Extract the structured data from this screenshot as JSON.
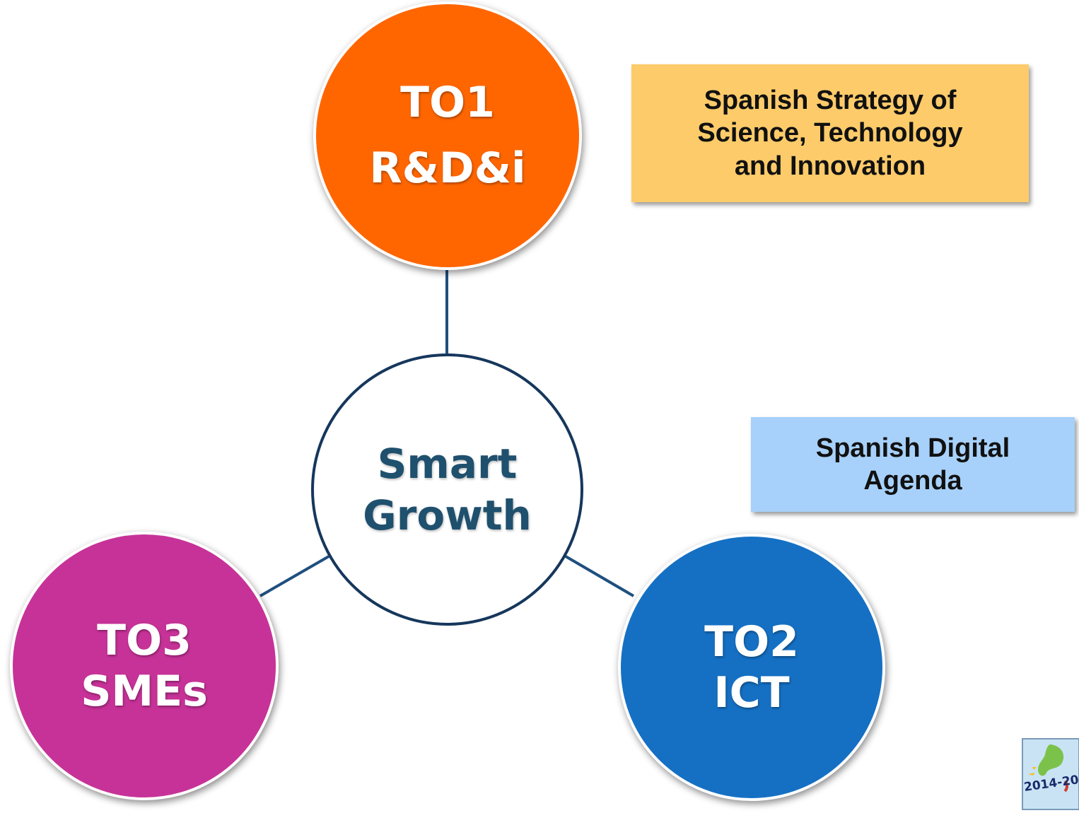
{
  "colors": {
    "to1": "#ff6600",
    "to2": "#1570c4",
    "to3": "#c73298",
    "center_text": "#1f506e",
    "center_border": "#16375c",
    "connector": "#1f4f7f",
    "science_box": "#fdcb6a",
    "digital_box": "#a7d1fb"
  },
  "nodes": {
    "to1": {
      "code": "TO1",
      "label": "R&D&i"
    },
    "to2": {
      "code": "TO2",
      "label": "ICT"
    },
    "to3": {
      "code": "TO3",
      "label": "SMEs"
    },
    "center": {
      "line1": "Smart",
      "line2": "Growth"
    }
  },
  "boxes": {
    "science": {
      "line1": "Spanish Strategy of",
      "line2": "Science, Technology",
      "line3": "and Innovation"
    },
    "digital": {
      "line1": "Spanish Digital",
      "line2": "Agenda"
    }
  },
  "logo": {
    "text": "2014-20"
  }
}
